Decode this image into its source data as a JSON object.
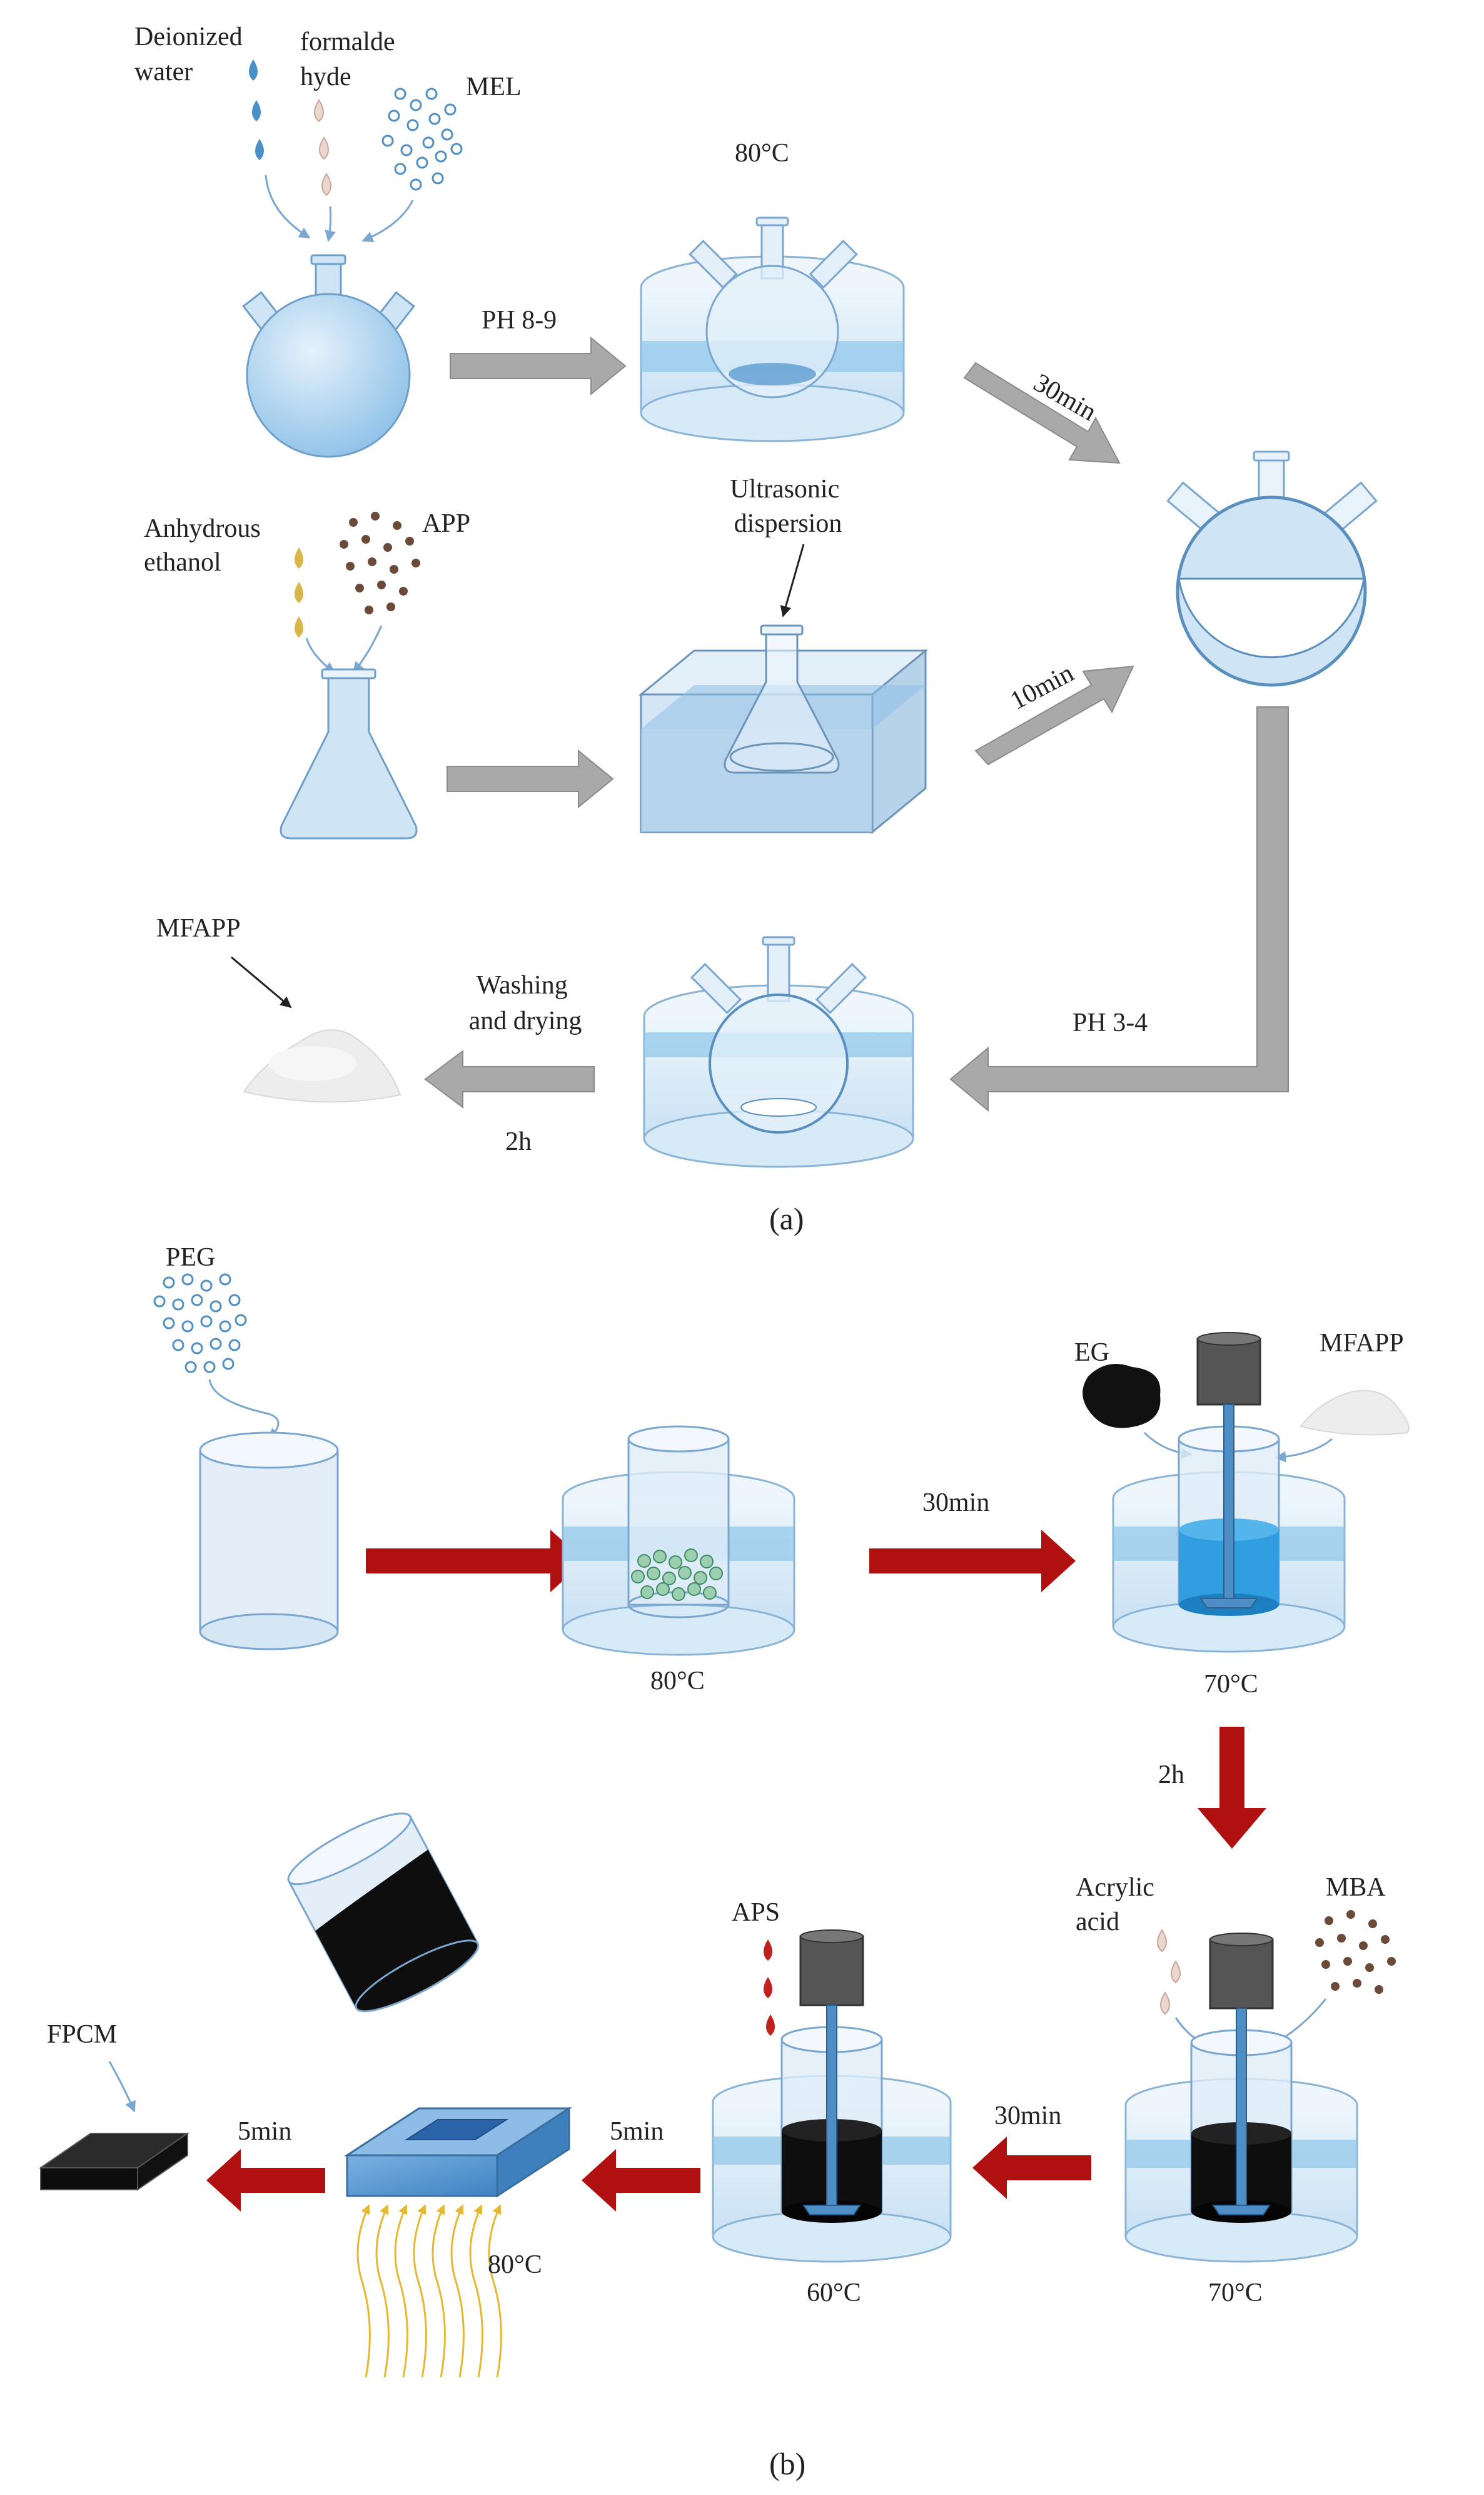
{
  "panel_a": {
    "caption": "(a)",
    "deionized_water": [
      "Deionized",
      "water"
    ],
    "formaldehyde": [
      "formalde",
      "hyde"
    ],
    "mel": "MEL",
    "temp_80": "80°C",
    "ph_89": "PH  8-9",
    "time_30": "30min",
    "anhydrous_ethanol": [
      "Anhydrous",
      "ethanol"
    ],
    "app": "APP",
    "ultrasonic": [
      "Ultrasonic",
      "dispersion"
    ],
    "time_10": "10min",
    "ph_34": "PH  3-4",
    "mfapp": "MFAPP",
    "washing": [
      "Washing",
      "and drying"
    ],
    "time_2h": "2h"
  },
  "panel_b": {
    "caption": "(b)",
    "peg": "PEG",
    "time_30": "30min",
    "temp_80": "80°C",
    "eg": "EG",
    "mfapp": "MFAPP",
    "temp_70_top": "70°C",
    "time_2h": "2h",
    "acrylic": [
      "Acrylic",
      "acid"
    ],
    "mba": "MBA",
    "aps": "APS",
    "time_30_b": "30min",
    "temp_70_bottom": "70°C",
    "time_5_a": "5min",
    "temp_60": "60°C",
    "temp_80_mold": "80°C",
    "time_5_b": "5min",
    "fpcm": "FPCM"
  },
  "colors": {
    "flask": "#b9d7ef",
    "water": "#8fc6ea",
    "gray_arrow": "#a9a9a9",
    "red_arrow": "#b01010",
    "black_mix": "#0e0e0e",
    "heat": "#e6b830"
  }
}
